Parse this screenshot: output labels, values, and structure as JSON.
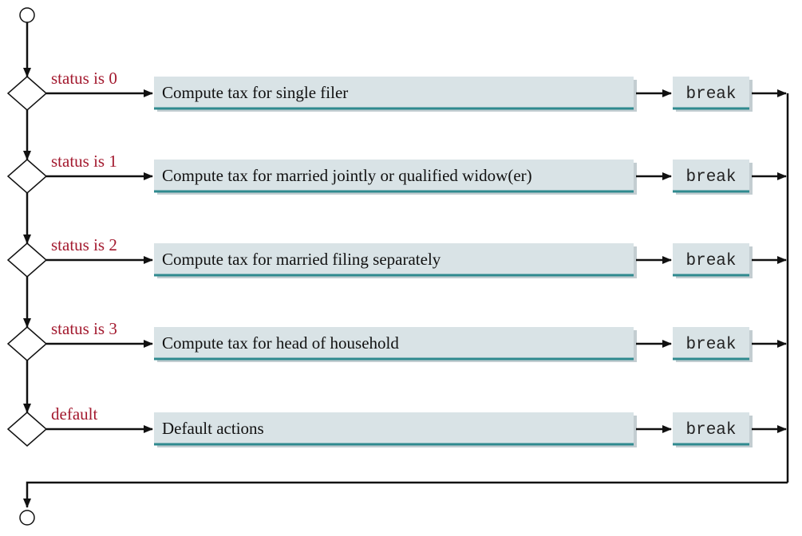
{
  "colors": {
    "box_fill": "#d9e3e6",
    "box_underline": "#2f8a8f",
    "box_shade": "#c3cdd1",
    "condition_text": "#a3192e",
    "line": "#111111"
  },
  "cases": [
    {
      "condition": "status is 0",
      "action": "Compute tax for single filer",
      "break_label": "break"
    },
    {
      "condition": "status is 1",
      "action": "Compute tax for married jointly or qualified widow(er)",
      "break_label": "break"
    },
    {
      "condition": "status is 2",
      "action": "Compute tax for married filing separately",
      "break_label": "break"
    },
    {
      "condition": "status is 3",
      "action": "Compute tax for head of household",
      "break_label": "break"
    },
    {
      "condition": "default",
      "action": "Default actions",
      "break_label": "break"
    }
  ]
}
